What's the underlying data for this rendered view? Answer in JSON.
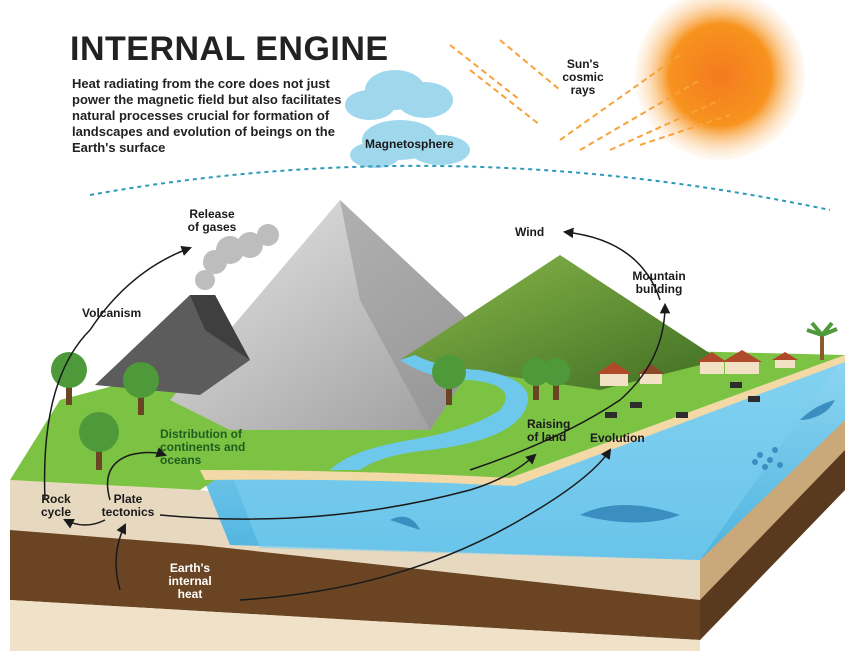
{
  "header": {
    "title": "INTERNAL ENGINE",
    "subtitle": "Heat radiating from the core does not just power the magnetic field but also facilitates natural processes crucial for formation of landscapes and evolution of beings on the Earth's surface"
  },
  "labels": {
    "sun": "Sun's cosmic rays",
    "magnetosphere": "Magnetosphere",
    "release_of_gases": "Release of gases",
    "wind": "Wind",
    "mountain_building": "Mountain building",
    "volcanism": "Volcanism",
    "distribution": "Distribution of continents and oceans",
    "raising_of_land": "Raising of land",
    "evolution": "Evolution",
    "rock_cycle": "Rock cycle",
    "plate_tectonics": "Plate tectonics",
    "internal_heat": "Earth's internal heat"
  },
  "colors": {
    "sun": "#f7931e",
    "sky_line": "#2a9ab8",
    "grass": "#7cc243",
    "mountain_green": "#5f8f2f",
    "mountain_grey": "#b8b8b8",
    "water": "#6dc8ec",
    "soil": "#5a3a1e",
    "rock_layer": "#e7d9c0",
    "arrow": "#1a1a1a"
  }
}
